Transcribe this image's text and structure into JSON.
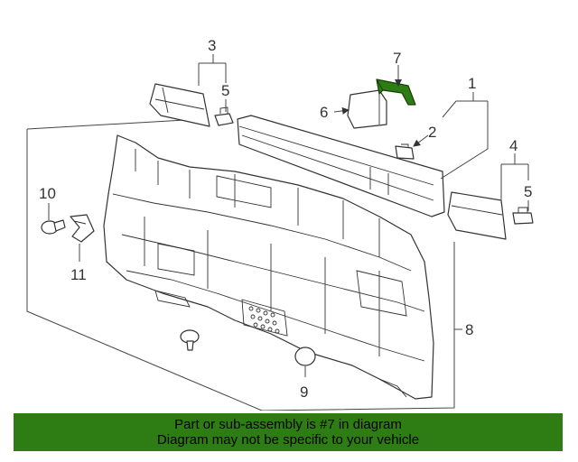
{
  "diagram": {
    "highlighted_part": "7",
    "highlight_color": "#2e7d14",
    "callouts": {
      "c1": "1",
      "c2": "2",
      "c3": "3",
      "c4": "4",
      "c5a": "5",
      "c5b": "5",
      "c6": "6",
      "c7": "7",
      "c8": "8",
      "c9": "9",
      "c10": "10",
      "c11": "11"
    }
  },
  "banner": {
    "line1": "Part or sub-assembly is #7 in diagram",
    "line2": "Diagram may not be specific to your vehicle",
    "background": "#2e7d14"
  }
}
